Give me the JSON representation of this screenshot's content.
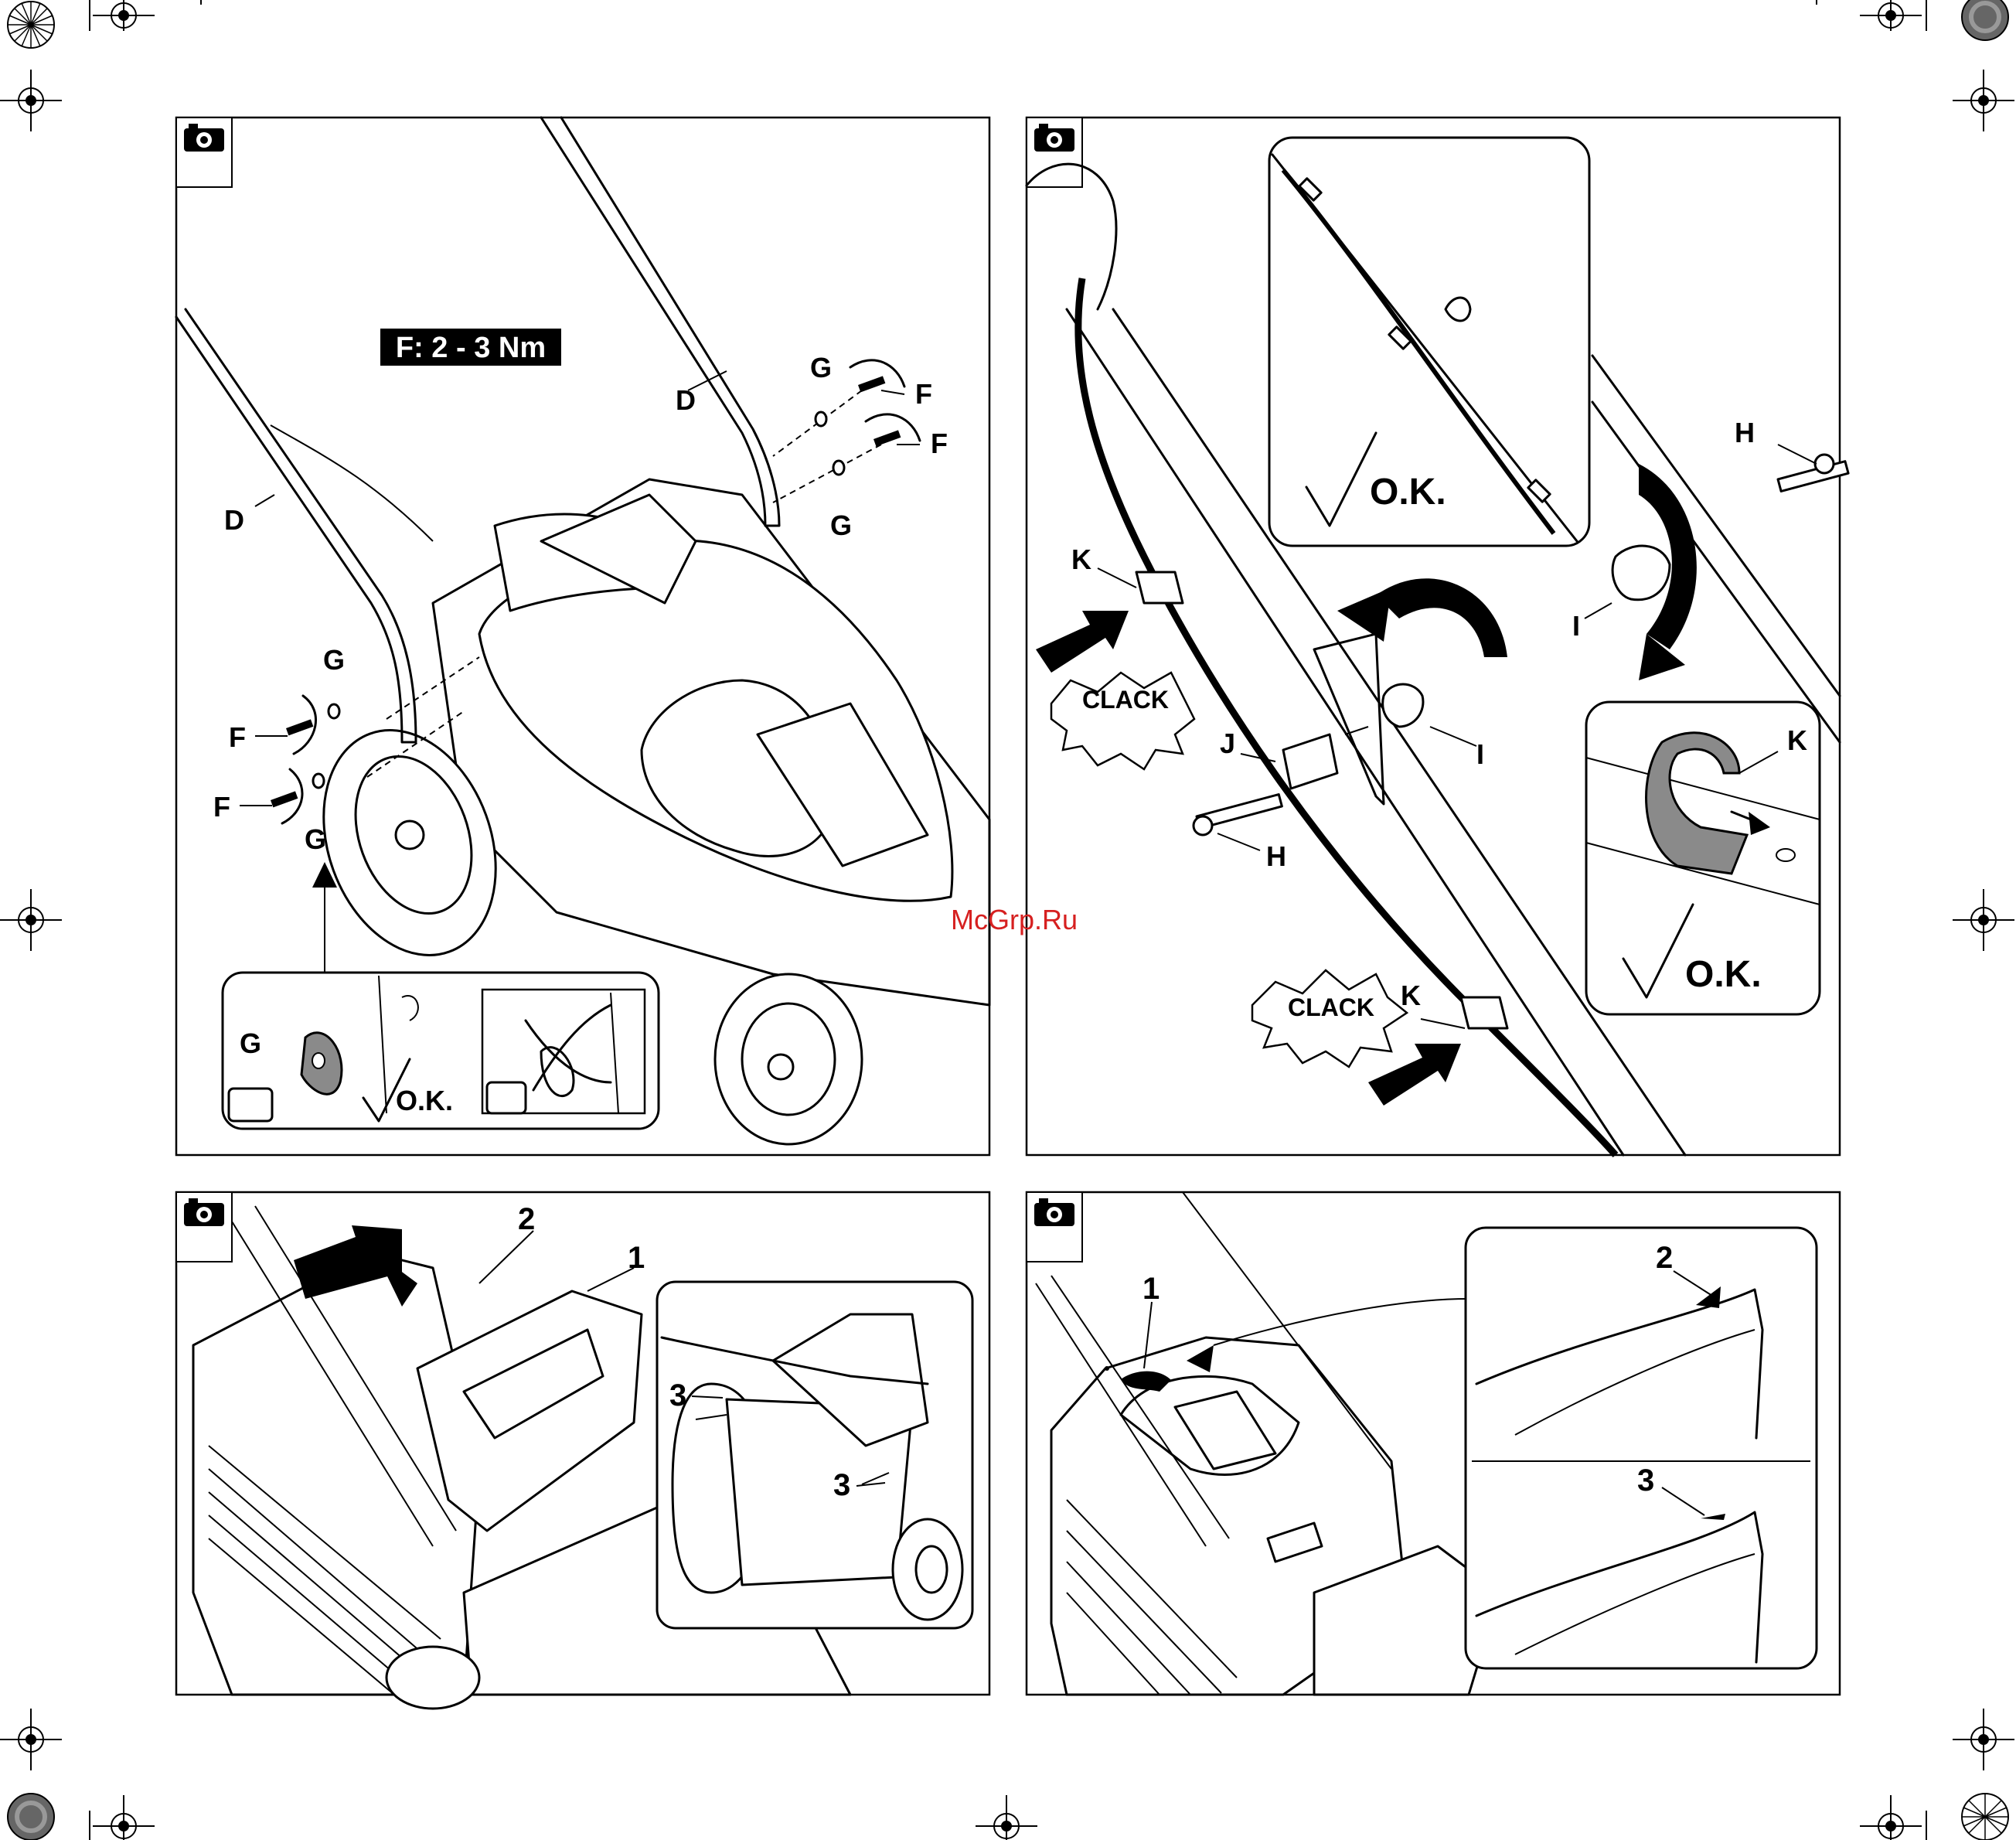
{
  "watermark": "McGrp.Ru",
  "panel1": {
    "torque": "F: 2 - 3 Nm",
    "labels": {
      "d1": "D",
      "d2": "D",
      "g1": "G",
      "g2": "G",
      "g3": "G",
      "g4": "G",
      "g5": "G",
      "f1": "F",
      "f2": "F",
      "f3": "F",
      "f4": "F"
    },
    "ok": "O.K."
  },
  "panel2": {
    "labels": {
      "k1": "K",
      "k2": "K",
      "k3": "K",
      "h1": "H",
      "h2": "H",
      "i1": "I",
      "i2": "I",
      "j": "J"
    },
    "clack1": "CLACK",
    "clack2": "CLACK",
    "ok1": "O.K.",
    "ok2": "O.K."
  },
  "panel3": {
    "labels": {
      "n1": "1",
      "n2": "2",
      "n3a": "3",
      "n3b": "3"
    }
  },
  "panel4": {
    "labels": {
      "n1": "1",
      "n2": "2",
      "n3": "3"
    }
  }
}
